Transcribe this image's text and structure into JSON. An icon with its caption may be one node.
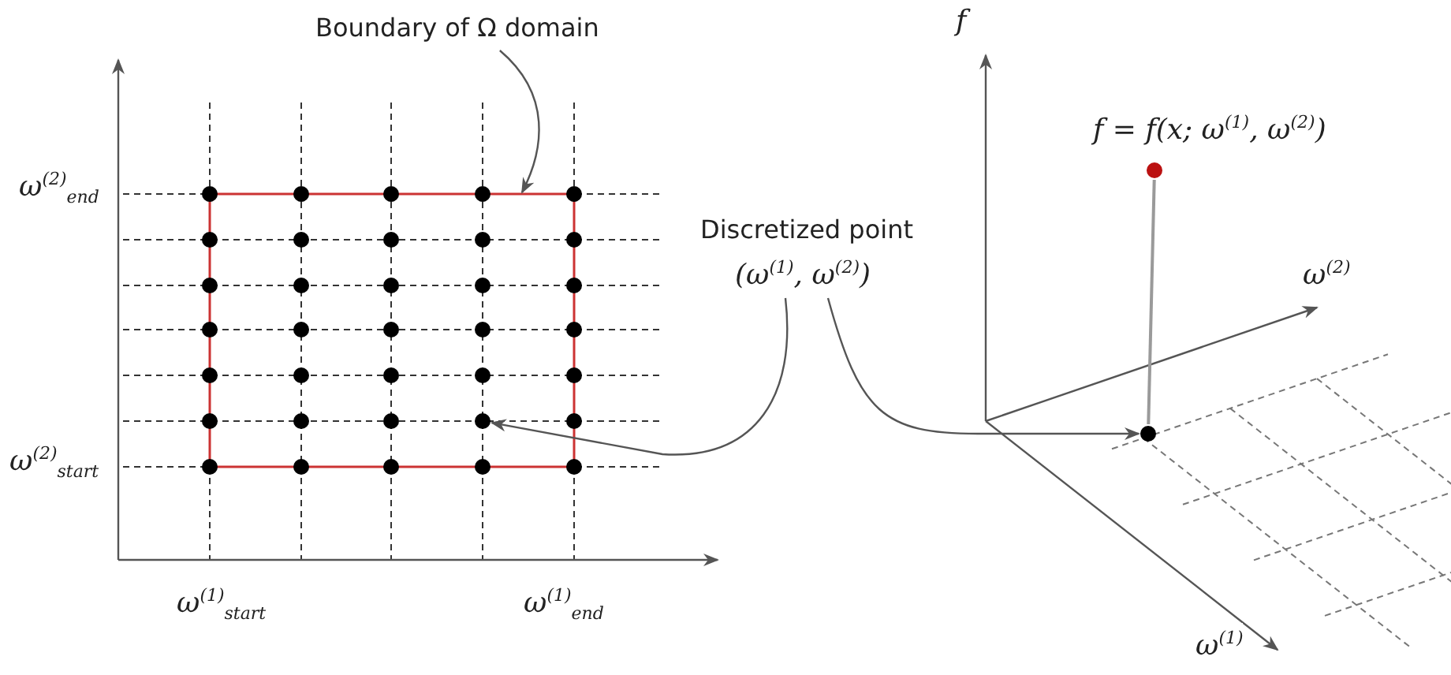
{
  "diagram": {
    "nodes": [
      {
        "text": [
          "Boundary of Ω domain"
        ]
      },
      {
        "text": [],
        "shape": "box"
      },
      {
        "text": [
          "Discretized point",
          "(ω$^{(1)}$, ω$^{(2)}$)"
        ]
      },
      {
        "text": [],
        "shape": "circle",
        "in": 1
      },
      {
        "text": [],
        "shape": "circle"
      },
      {
        "text": [],
        "shape": "circle",
        "beside": [
          "f = f(x; ω$^{(1)}$, ω$^{(2)}$)"
        ]
      }
    ],
    "edges": [
      {
        "from": 0,
        "to": 1,
        "arrow": "to"
      },
      {
        "from": 2,
        "to": 3,
        "arrow": "to"
      },
      {
        "from": 2,
        "to": 4,
        "arrow": "to"
      },
      {
        "from": 4,
        "to": 5,
        "arrow": "none",
        "color": "#9a9a9a"
      }
    ],
    "labels": [
      "ω$^{(2)}$$_{end}$",
      "ω$^{(2)}$$_{start}$",
      "ω$^{(1)}$$_{start}$",
      "ω$^{(1)}$$_{end}$",
      "f",
      "ω$^{(2)}$",
      "ω$^{(1)}$"
    ]
  }
}
